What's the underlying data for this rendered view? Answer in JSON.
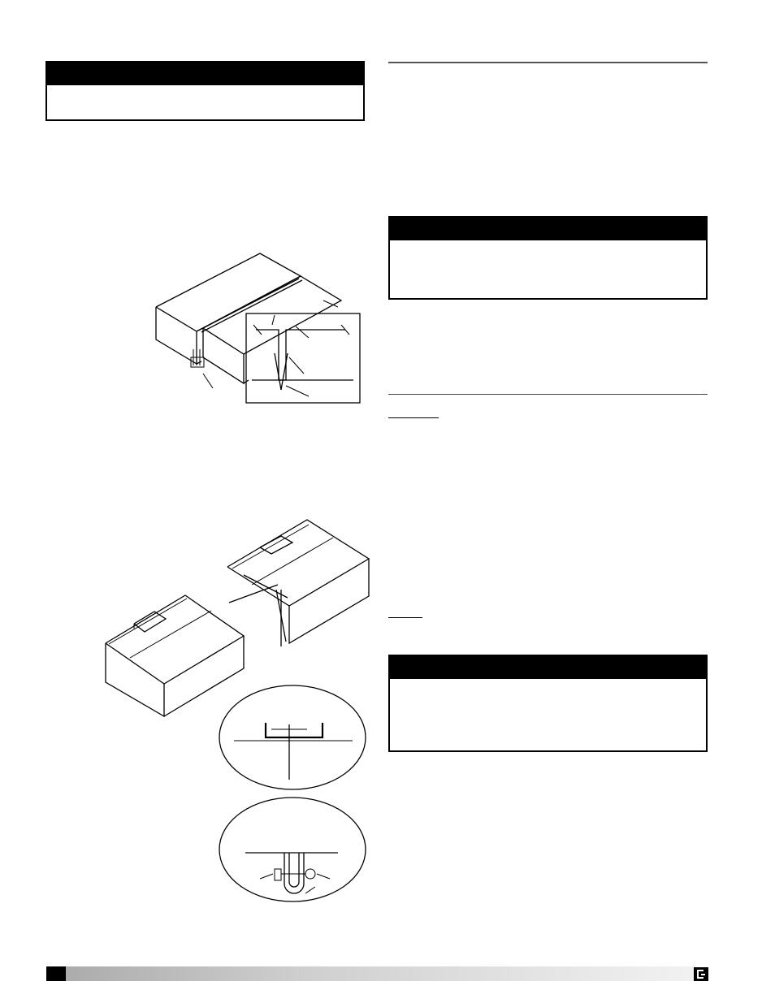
{
  "page": {
    "background": "#ffffff",
    "ink": "#000000"
  },
  "notices": [
    {
      "id": "notice-top-left",
      "header_color": "#000000"
    },
    {
      "id": "notice-right-middle",
      "header_color": "#000000"
    },
    {
      "id": "notice-right-lower",
      "header_color": "#000000"
    }
  ],
  "figures": [
    {
      "id": "curb-gasket-figure",
      "description_icon": "duct-joint-detail-icon"
    },
    {
      "id": "section-joining-figure",
      "description_icon": "section-connection-icon"
    }
  ],
  "footer": {
    "bar_gradient": [
      "#a9a9a9",
      "#f2f2f2"
    ],
    "logo_icon": "brand-logo-icon"
  }
}
